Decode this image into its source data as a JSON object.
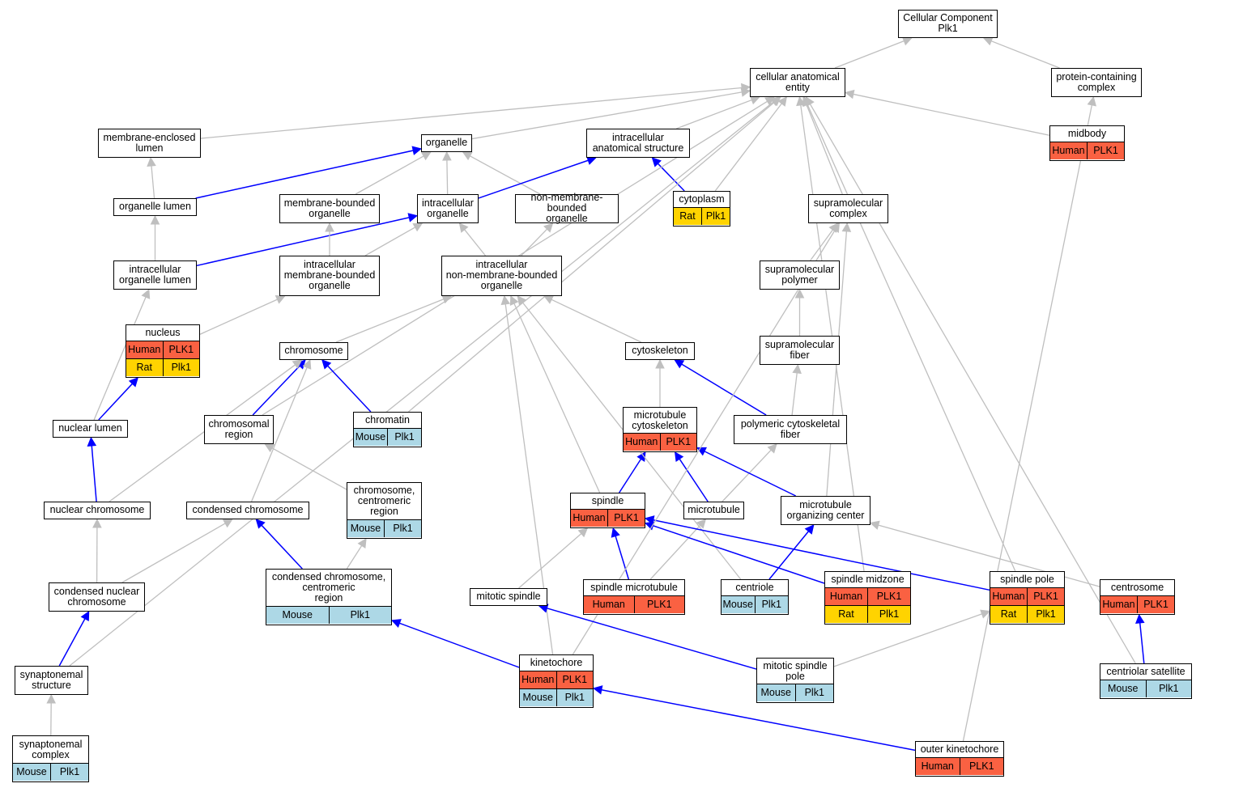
{
  "diagram": {
    "nodes": [
      {
        "id": "cc",
        "label": "Cellular Component\nPlk1",
        "ann": []
      },
      {
        "id": "cae",
        "label": "cellular anatomical\nentity",
        "ann": []
      },
      {
        "id": "pcc",
        "label": "protein-containing\ncomplex",
        "ann": []
      },
      {
        "id": "mel",
        "label": "membrane-enclosed\nlumen",
        "ann": []
      },
      {
        "id": "org",
        "label": "organelle",
        "ann": []
      },
      {
        "id": "ias",
        "label": "intracellular\nanatomical structure",
        "ann": []
      },
      {
        "id": "midbody",
        "label": "midbody",
        "ann": [
          [
            "Human",
            "PLK1"
          ]
        ]
      },
      {
        "id": "orglumen",
        "label": "organelle lumen",
        "ann": []
      },
      {
        "id": "mbo",
        "label": "membrane-bounded\norganelle",
        "ann": []
      },
      {
        "id": "io",
        "label": "intracellular\norganelle",
        "ann": []
      },
      {
        "id": "nmbo",
        "label": "non-membrane-bounded\norganelle",
        "ann": []
      },
      {
        "id": "cytoplasm",
        "label": "cytoplasm",
        "ann": [
          [
            "Rat",
            "Plk1"
          ]
        ]
      },
      {
        "id": "smc",
        "label": "supramolecular\ncomplex",
        "ann": []
      },
      {
        "id": "iol",
        "label": "intracellular\norganelle lumen",
        "ann": []
      },
      {
        "id": "imbo",
        "label": "intracellular\nmembrane-bounded\norganelle",
        "ann": []
      },
      {
        "id": "inmbo",
        "label": "intracellular\nnon-membrane-bounded\norganelle",
        "ann": []
      },
      {
        "id": "smp",
        "label": "supramolecular\npolymer",
        "ann": []
      },
      {
        "id": "nucleus",
        "label": "nucleus",
        "ann": [
          [
            "Human",
            "PLK1"
          ],
          [
            "Rat",
            "Plk1"
          ]
        ]
      },
      {
        "id": "chromosome",
        "label": "chromosome",
        "ann": []
      },
      {
        "id": "cytoskeleton",
        "label": "cytoskeleton",
        "ann": []
      },
      {
        "id": "smf",
        "label": "supramolecular\nfiber",
        "ann": []
      },
      {
        "id": "nuclumen",
        "label": "nuclear lumen",
        "ann": []
      },
      {
        "id": "chromreg",
        "label": "chromosomal\nregion",
        "ann": []
      },
      {
        "id": "chromatin",
        "label": "chromatin",
        "ann": [
          [
            "Mouse",
            "Plk1"
          ]
        ]
      },
      {
        "id": "mtcs",
        "label": "microtubule\ncytoskeleton",
        "ann": [
          [
            "Human",
            "PLK1"
          ]
        ]
      },
      {
        "id": "pcf",
        "label": "polymeric cytoskeletal\nfiber",
        "ann": []
      },
      {
        "id": "nucchrom",
        "label": "nuclear chromosome",
        "ann": []
      },
      {
        "id": "condchrom",
        "label": "condensed chromosome",
        "ann": []
      },
      {
        "id": "ccr",
        "label": "chromosome,\ncentromeric\nregion",
        "ann": [
          [
            "Mouse",
            "Plk1"
          ]
        ]
      },
      {
        "id": "spindle",
        "label": "spindle",
        "ann": [
          [
            "Human",
            "PLK1"
          ]
        ]
      },
      {
        "id": "mt",
        "label": "microtubule",
        "ann": []
      },
      {
        "id": "mtoc",
        "label": "microtubule\norganizing center",
        "ann": []
      },
      {
        "id": "cnc",
        "label": "condensed nuclear\nchromosome",
        "ann": []
      },
      {
        "id": "cccr",
        "label": "condensed chromosome,\ncentromeric\nregion",
        "ann": [
          [
            "Mouse",
            "Plk1"
          ]
        ]
      },
      {
        "id": "mitspindle",
        "label": "mitotic spindle",
        "ann": []
      },
      {
        "id": "spmt",
        "label": "spindle microtubule",
        "ann": [
          [
            "Human",
            "PLK1"
          ]
        ]
      },
      {
        "id": "centriole",
        "label": "centriole",
        "ann": [
          [
            "Mouse",
            "Plk1"
          ]
        ]
      },
      {
        "id": "spmid",
        "label": "spindle midzone",
        "ann": [
          [
            "Human",
            "PLK1"
          ],
          [
            "Rat",
            "Plk1"
          ]
        ]
      },
      {
        "id": "sppole",
        "label": "spindle pole",
        "ann": [
          [
            "Human",
            "PLK1"
          ],
          [
            "Rat",
            "Plk1"
          ]
        ]
      },
      {
        "id": "centrosome",
        "label": "centrosome",
        "ann": [
          [
            "Human",
            "PLK1"
          ]
        ]
      },
      {
        "id": "synstruct",
        "label": "synaptonemal\nstructure",
        "ann": []
      },
      {
        "id": "kinetochore",
        "label": "kinetochore",
        "ann": [
          [
            "Human",
            "PLK1"
          ],
          [
            "Mouse",
            "Plk1"
          ]
        ]
      },
      {
        "id": "msp",
        "label": "mitotic spindle\npole",
        "ann": [
          [
            "Mouse",
            "Plk1"
          ]
        ]
      },
      {
        "id": "censat",
        "label": "centriolar satellite",
        "ann": [
          [
            "Mouse",
            "Plk1"
          ]
        ]
      },
      {
        "id": "syncomplex",
        "label": "synaptonemal\ncomplex",
        "ann": [
          [
            "Mouse",
            "Plk1"
          ]
        ]
      },
      {
        "id": "outerkin",
        "label": "outer kinetochore",
        "ann": [
          [
            "Human",
            "PLK1"
          ]
        ]
      }
    ],
    "edges": [
      {
        "from": "cae",
        "to": "cc",
        "kind": "is_a"
      },
      {
        "from": "pcc",
        "to": "cc",
        "kind": "is_a"
      },
      {
        "from": "mel",
        "to": "cae",
        "kind": "is_a"
      },
      {
        "from": "org",
        "to": "cae",
        "kind": "is_a"
      },
      {
        "from": "ias",
        "to": "cae",
        "kind": "is_a"
      },
      {
        "from": "midbody",
        "to": "cae",
        "kind": "is_a"
      },
      {
        "from": "orglumen",
        "to": "mel",
        "kind": "is_a"
      },
      {
        "from": "orglumen",
        "to": "org",
        "kind": "part_of"
      },
      {
        "from": "mbo",
        "to": "org",
        "kind": "is_a"
      },
      {
        "from": "io",
        "to": "org",
        "kind": "is_a"
      },
      {
        "from": "nmbo",
        "to": "org",
        "kind": "is_a"
      },
      {
        "from": "io",
        "to": "ias",
        "kind": "part_of"
      },
      {
        "from": "cytoplasm",
        "to": "ias",
        "kind": "part_of"
      },
      {
        "from": "cytoplasm",
        "to": "cae",
        "kind": "is_a"
      },
      {
        "from": "smc",
        "to": "cae",
        "kind": "is_a"
      },
      {
        "from": "iol",
        "to": "orglumen",
        "kind": "is_a"
      },
      {
        "from": "iol",
        "to": "io",
        "kind": "part_of"
      },
      {
        "from": "imbo",
        "to": "mbo",
        "kind": "is_a"
      },
      {
        "from": "imbo",
        "to": "io",
        "kind": "is_a"
      },
      {
        "from": "inmbo",
        "to": "io",
        "kind": "is_a"
      },
      {
        "from": "inmbo",
        "to": "nmbo",
        "kind": "is_a"
      },
      {
        "from": "smp",
        "to": "smc",
        "kind": "is_a"
      },
      {
        "from": "smf",
        "to": "smp",
        "kind": "is_a"
      },
      {
        "from": "nucleus",
        "to": "imbo",
        "kind": "is_a"
      },
      {
        "from": "chromosome",
        "to": "inmbo",
        "kind": "is_a"
      },
      {
        "from": "cytoskeleton",
        "to": "inmbo",
        "kind": "is_a"
      },
      {
        "from": "nuclumen",
        "to": "iol",
        "kind": "is_a"
      },
      {
        "from": "nuclumen",
        "to": "nucleus",
        "kind": "part_of"
      },
      {
        "from": "chromreg",
        "to": "chromosome",
        "kind": "part_of"
      },
      {
        "from": "chromreg",
        "to": "cae",
        "kind": "is_a"
      },
      {
        "from": "chromatin",
        "to": "chromosome",
        "kind": "part_of"
      },
      {
        "from": "chromatin",
        "to": "cae",
        "kind": "is_a"
      },
      {
        "from": "mtcs",
        "to": "cytoskeleton",
        "kind": "is_a"
      },
      {
        "from": "pcf",
        "to": "cytoskeleton",
        "kind": "part_of"
      },
      {
        "from": "pcf",
        "to": "smf",
        "kind": "is_a"
      },
      {
        "from": "nucchrom",
        "to": "nuclumen",
        "kind": "part_of"
      },
      {
        "from": "nucchrom",
        "to": "chromosome",
        "kind": "is_a"
      },
      {
        "from": "condchrom",
        "to": "chromosome",
        "kind": "is_a"
      },
      {
        "from": "ccr",
        "to": "chromreg",
        "kind": "is_a"
      },
      {
        "from": "spindle",
        "to": "mtcs",
        "kind": "part_of"
      },
      {
        "from": "spindle",
        "to": "inmbo",
        "kind": "is_a"
      },
      {
        "from": "mt",
        "to": "mtcs",
        "kind": "part_of"
      },
      {
        "from": "mt",
        "to": "pcf",
        "kind": "is_a"
      },
      {
        "from": "mtoc",
        "to": "mtcs",
        "kind": "part_of"
      },
      {
        "from": "mtoc",
        "to": "smc",
        "kind": "is_a"
      },
      {
        "from": "cnc",
        "to": "nucchrom",
        "kind": "is_a"
      },
      {
        "from": "cnc",
        "to": "condchrom",
        "kind": "is_a"
      },
      {
        "from": "cccr",
        "to": "condchrom",
        "kind": "part_of"
      },
      {
        "from": "cccr",
        "to": "ccr",
        "kind": "is_a"
      },
      {
        "from": "mitspindle",
        "to": "spindle",
        "kind": "is_a"
      },
      {
        "from": "spmt",
        "to": "spindle",
        "kind": "part_of"
      },
      {
        "from": "spmt",
        "to": "mt",
        "kind": "is_a"
      },
      {
        "from": "centriole",
        "to": "mtoc",
        "kind": "part_of"
      },
      {
        "from": "centriole",
        "to": "inmbo",
        "kind": "is_a"
      },
      {
        "from": "spmid",
        "to": "spindle",
        "kind": "part_of"
      },
      {
        "from": "spmid",
        "to": "cae",
        "kind": "is_a"
      },
      {
        "from": "sppole",
        "to": "spindle",
        "kind": "part_of"
      },
      {
        "from": "sppole",
        "to": "cae",
        "kind": "is_a"
      },
      {
        "from": "centrosome",
        "to": "mtoc",
        "kind": "is_a"
      },
      {
        "from": "synstruct",
        "to": "cnc",
        "kind": "part_of"
      },
      {
        "from": "synstruct",
        "to": "cae",
        "kind": "is_a"
      },
      {
        "from": "kinetochore",
        "to": "cccr",
        "kind": "part_of"
      },
      {
        "from": "kinetochore",
        "to": "inmbo",
        "kind": "is_a"
      },
      {
        "from": "kinetochore",
        "to": "smc",
        "kind": "is_a"
      },
      {
        "from": "msp",
        "to": "mitspindle",
        "kind": "part_of"
      },
      {
        "from": "msp",
        "to": "sppole",
        "kind": "is_a"
      },
      {
        "from": "censat",
        "to": "centrosome",
        "kind": "part_of"
      },
      {
        "from": "censat",
        "to": "cae",
        "kind": "is_a"
      },
      {
        "from": "syncomplex",
        "to": "synstruct",
        "kind": "is_a"
      },
      {
        "from": "outerkin",
        "to": "kinetochore",
        "kind": "part_of"
      },
      {
        "from": "outerkin",
        "to": "pcc",
        "kind": "is_a"
      }
    ]
  },
  "colors": {
    "is_a_edge": "#bfbfbf",
    "part_of_edge": "#0000ff",
    "Human": "#fa6142",
    "Rat": "#ffd300",
    "Mouse": "#add8e6"
  }
}
